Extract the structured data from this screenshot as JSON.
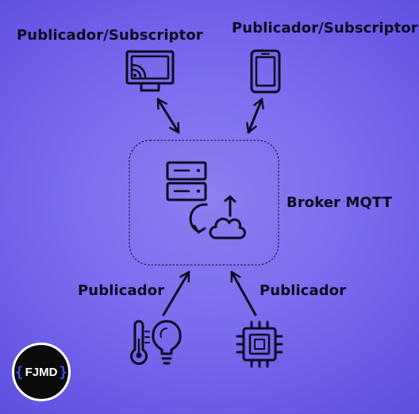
{
  "labels": {
    "publisher_subscriber_left": "Publicador/Subscriptor",
    "publisher_subscriber_right": "Publicador/Subscriptor",
    "broker": "Broker MQTT",
    "publisher_left": "Publicador",
    "publisher_right": "Publicador"
  },
  "logo": {
    "open_brace": "{",
    "text": "FJMD",
    "close_brace": "}"
  },
  "icons": {
    "top_left": "cast-tv-icon",
    "top_right": "smartphone-icon",
    "broker": "server-cloud-sync-icon",
    "bottom_left": "thermometer-lightbulb-icon",
    "bottom_right": "cpu-chip-icon"
  },
  "colors": {
    "background_center": "#8b7ff0",
    "background_edge": "#5e4fe0",
    "foreground": "#0b0b22",
    "logo_bg": "#0a0a0a",
    "logo_accent": "#3b4dff"
  }
}
